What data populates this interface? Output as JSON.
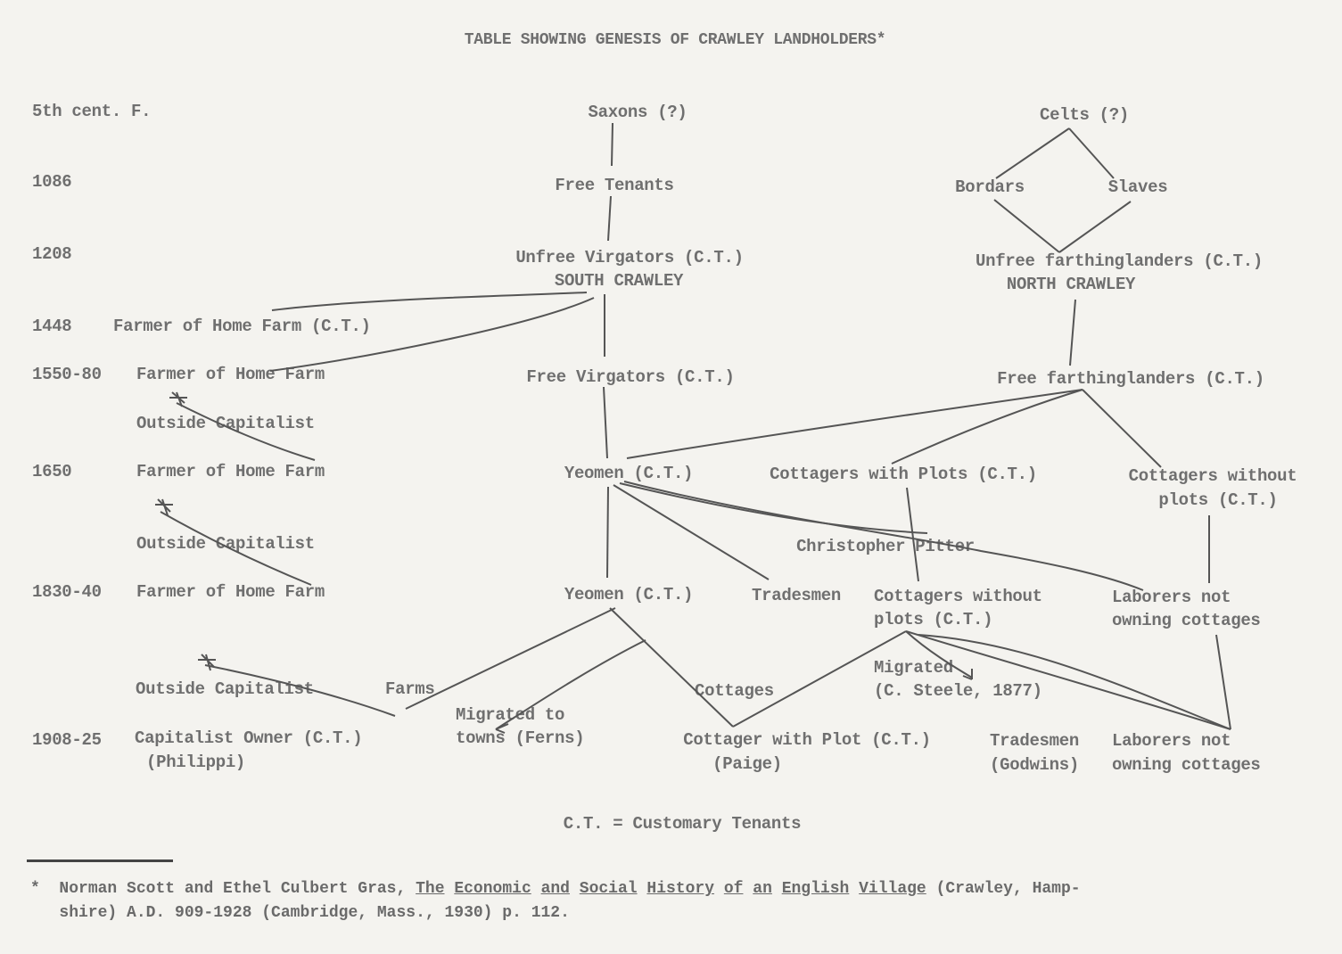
{
  "title": "TABLE SHOWING GENESIS OF CRAWLEY LANDHOLDERS*",
  "legend": "C.T. = Customary Tenants",
  "footnote": {
    "marker": "*",
    "authors": "Norman Scott and Ethel Culbert Gras,",
    "the": "The",
    "economic": "Economic",
    "and": "and",
    "social": "Social",
    "history": "History",
    "of": "of",
    "an": "an",
    "english": "English",
    "village": "Village",
    "place": "(Crawley, Hamp-",
    "line2": "shire) A.D. 909-1928 (Cambridge, Mass., 1930) p. 112."
  },
  "periods": {
    "p5th": "5th cent. F.",
    "p1086": "1086",
    "p1208": "1208",
    "p1448": "1448",
    "p1550": "1550-80",
    "p1650": "1650",
    "p1830": "1830-40",
    "p1908": "1908-25"
  },
  "nodes": {
    "saxons": "Saxons (?)",
    "celts": "Celts (?)",
    "free_tenants": "Free Tenants",
    "bordars": "Bordars",
    "slaves": "Slaves",
    "unfree_virgators": "Unfree Virgators (C.T.)",
    "south_crawley": "SOUTH CRAWLEY",
    "unfree_farthing": "Unfree farthinglanders (C.T.)",
    "north_crawley": "NORTH CRAWLEY",
    "farmer_home_1448": "Farmer of Home Farm (C.T.)",
    "farmer_home_1550": "Farmer of Home Farm",
    "free_virgators": "Free Virgators (C.T.)",
    "free_farthing": "Free farthinglanders (C.T.)",
    "outside_cap_1": "Outside Capitalist",
    "farmer_home_1650": "Farmer of Home Farm",
    "yeomen_1650": "Yeomen (C.T.)",
    "cottagers_with_plots": "Cottagers with Plots (C.T.)",
    "cottagers_without_1": "Cottagers without",
    "cottagers_without_1b": "plots (C.T.)",
    "outside_cap_2": "Outside Capitalist",
    "christopher": "Christopher Pitter",
    "farmer_home_1830": "Farmer of Home Farm",
    "yeomen_1830": "Yeomen (C.T.)",
    "tradesmen_1830": "Tradesmen",
    "cottagers_without_2": "Cottagers without",
    "cottagers_without_2b": "plots (C.T.)",
    "laborers_1830": "Laborers not",
    "laborers_1830b": "owning cottages",
    "migrated_1": "Migrated",
    "migrated_1b": "(C. Steele, 1877)",
    "outside_cap_3": "Outside Capitalist",
    "farms": "Farms",
    "cottages": "Cottages",
    "migrated_2": "Migrated to",
    "migrated_2b": "towns (Ferns)",
    "capitalist_owner": "Capitalist Owner (C.T.)",
    "philippi": "(Philippi)",
    "cottager_plot": "Cottager with Plot (C.T.)",
    "paige": "(Paige)",
    "tradesmen_1908": "Tradesmen",
    "godwins": "(Godwins)",
    "laborers_1908": "Laborers not",
    "laborers_1908b": "owning cottages"
  }
}
